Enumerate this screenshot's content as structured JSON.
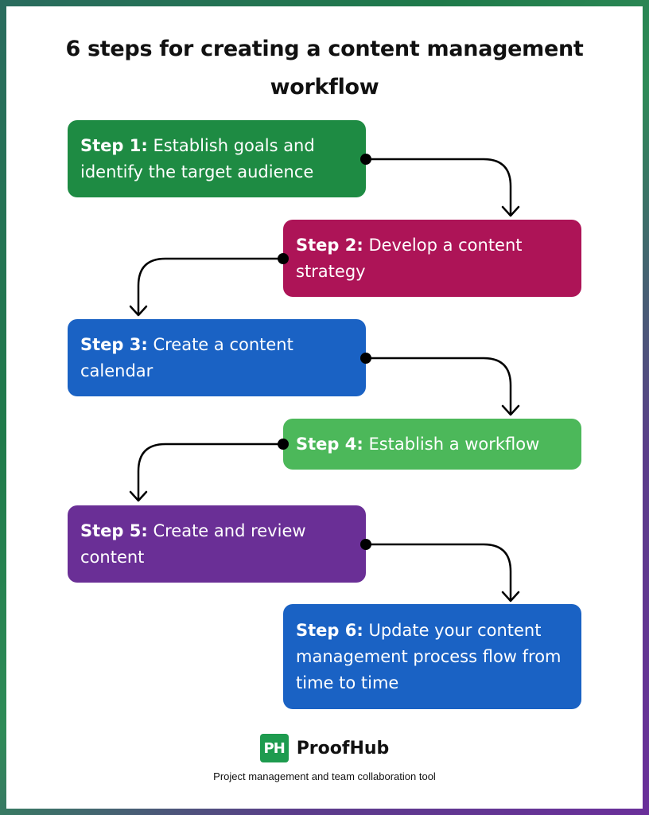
{
  "title": "6 steps for creating a content management workflow",
  "steps": [
    {
      "label": "Step 1:",
      "text": "Establish goals and identify the target audience",
      "color": "#1e8b43"
    },
    {
      "label": "Step 2:",
      "text": "Develop a content strategy",
      "color": "#ad1457"
    },
    {
      "label": "Step 3:",
      "text": "Create a content calendar",
      "color": "#1a62c4"
    },
    {
      "label": "Step 4:",
      "text": "Establish a workflow",
      "color": "#4cb85a"
    },
    {
      "label": "Step 5:",
      "text": "Create and review content",
      "color": "#6a2f96"
    },
    {
      "label": "Step 6:",
      "text": "Update your content management process flow from time to time",
      "color": "#1a62c4"
    }
  ],
  "brand": {
    "logo_mark": "PH",
    "name": "ProofHub",
    "tagline": "Project management and team collaboration tool",
    "color": "#1e9b4f"
  }
}
